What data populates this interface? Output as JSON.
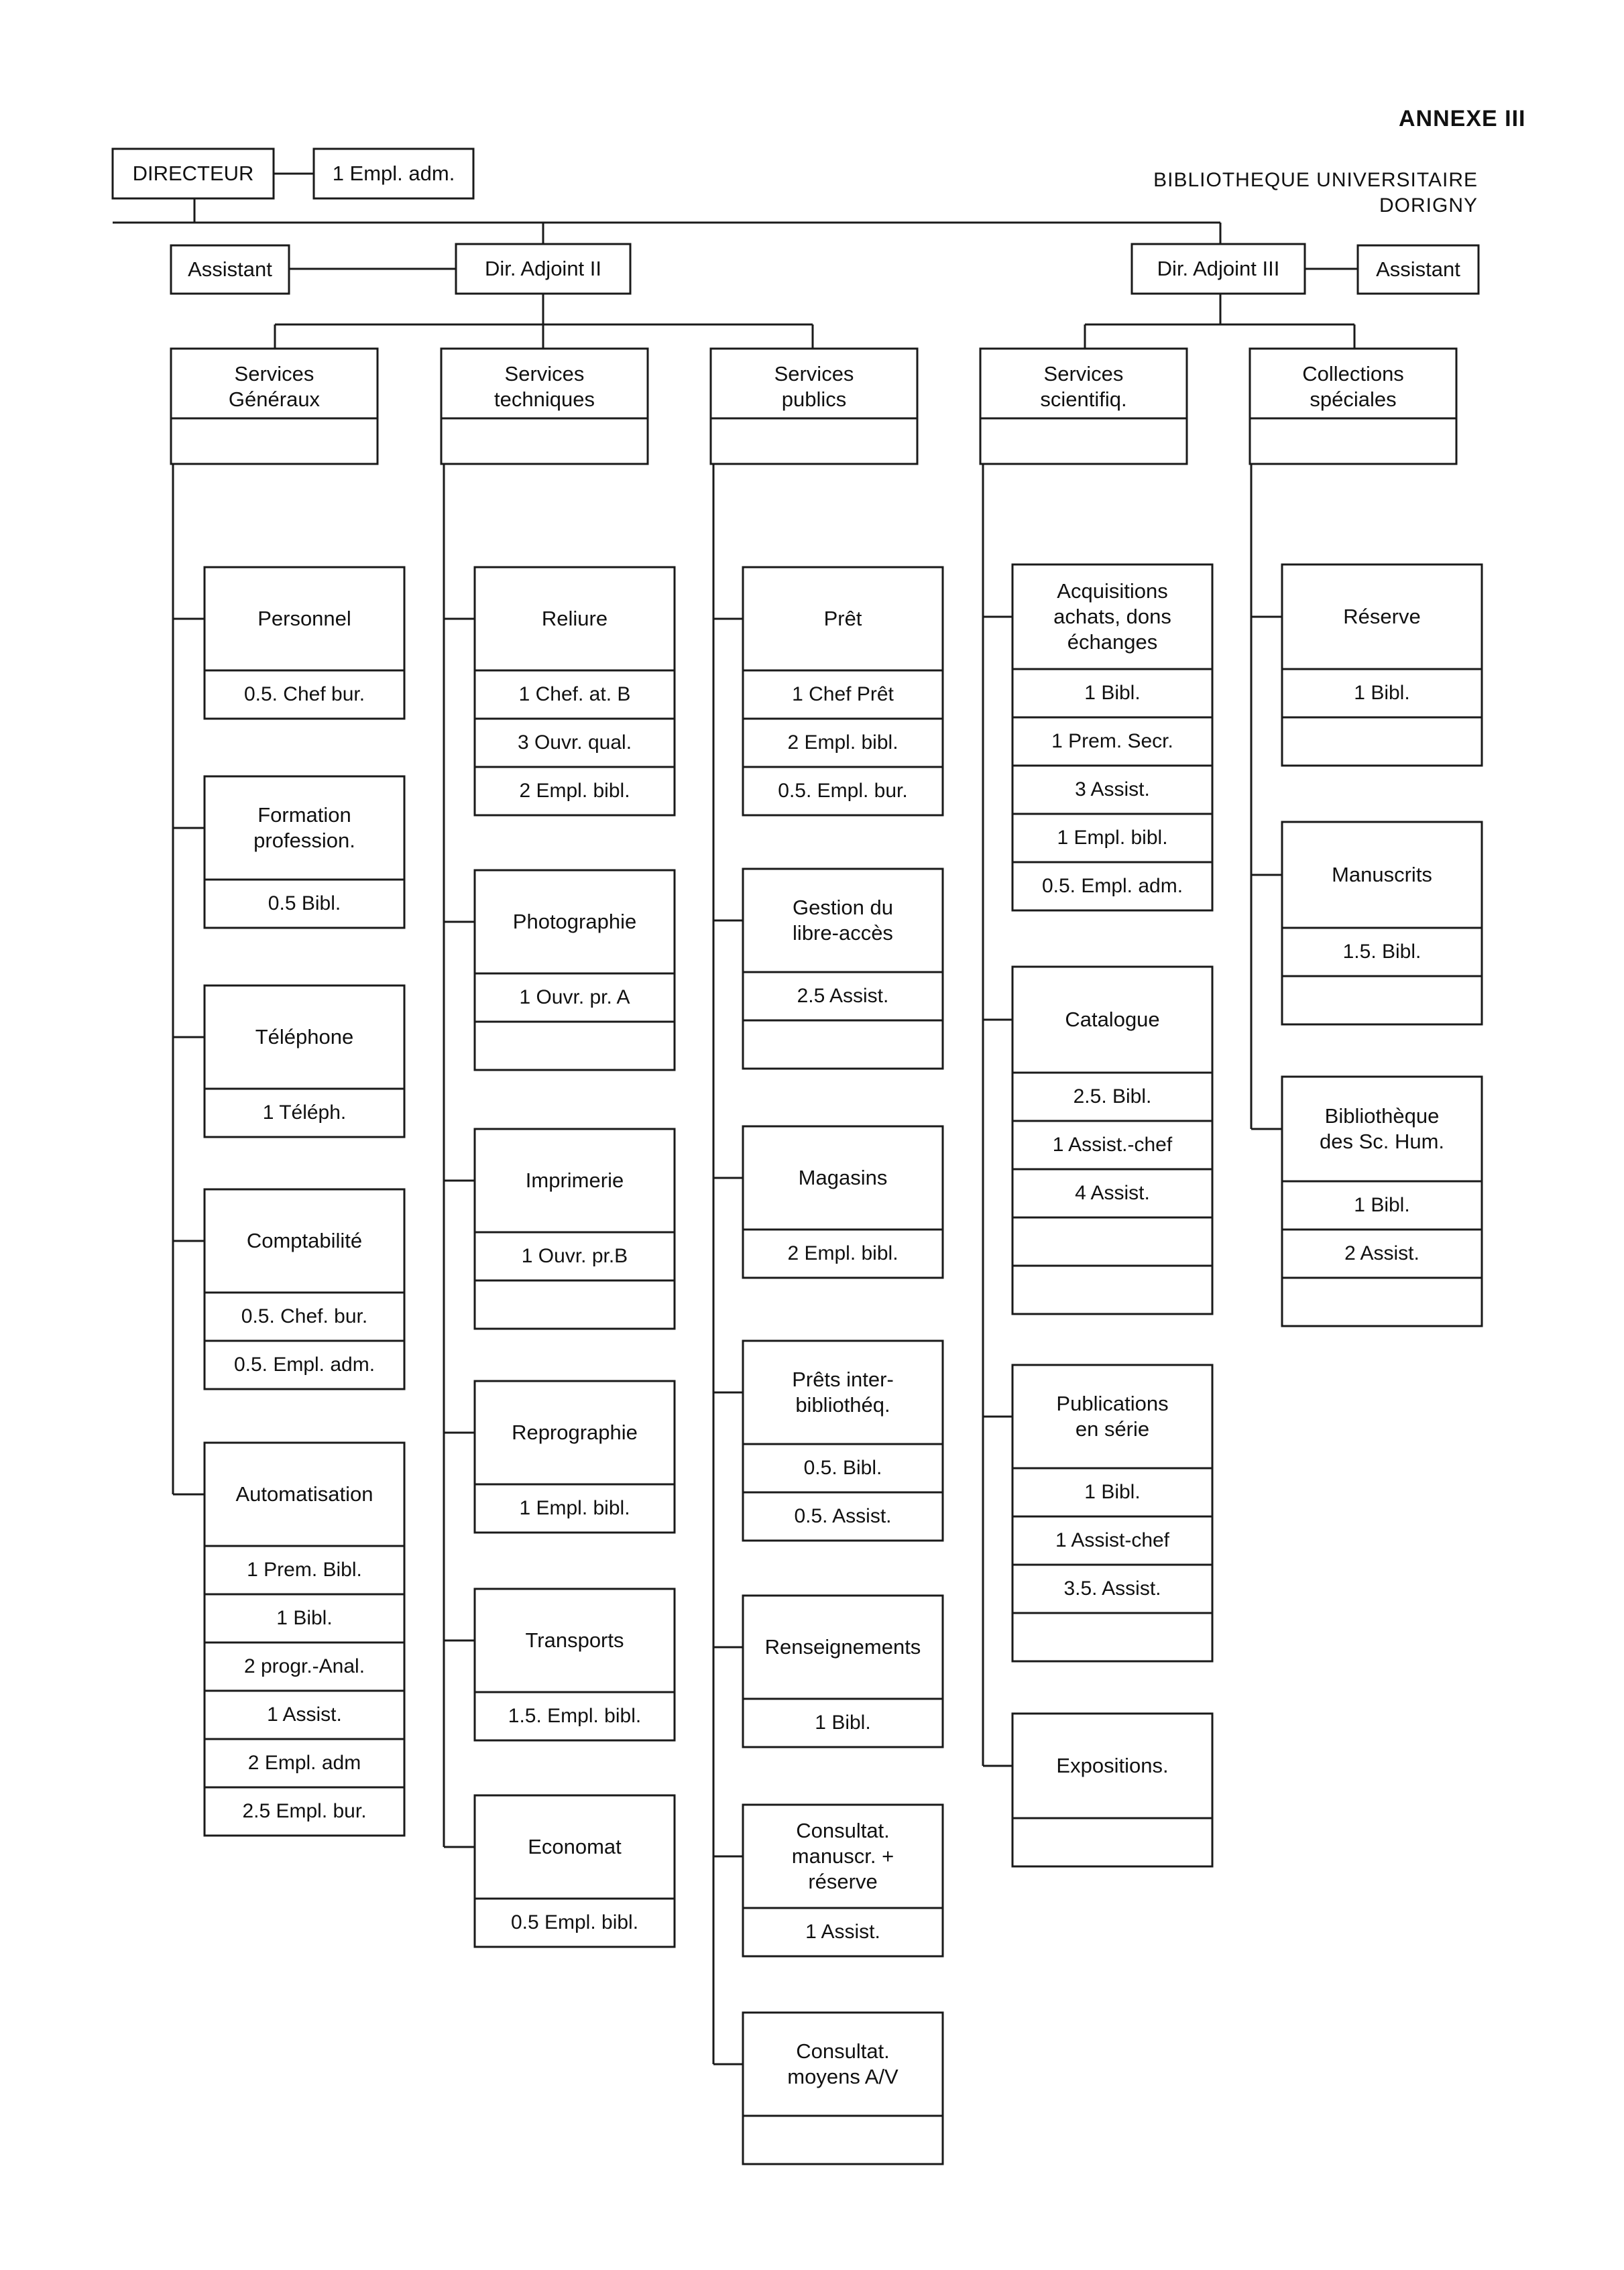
{
  "header": {
    "annex": "ANNEXE III",
    "org_name_line1": "BIBLIOTHEQUE UNIVERSITAIRE",
    "org_name_line2": "DORIGNY"
  },
  "top": {
    "directeur": "DIRECTEUR",
    "directeur_staff": "1 Empl. adm.",
    "assistant_left": "Assistant",
    "dir_adjoint_2": "Dir. Adjoint II",
    "dir_adjoint_3": "Dir. Adjoint III",
    "assistant_right": "Assistant"
  },
  "services": [
    {
      "name": "Services\nGénéraux",
      "units": [
        {
          "name": "Personnel",
          "staff": [
            "0.5. Chef bur."
          ]
        },
        {
          "name": "Formation\nprofession.",
          "staff": [
            "0.5 Bibl."
          ]
        },
        {
          "name": "Téléphone",
          "staff": [
            "1 Téléph."
          ]
        },
        {
          "name": "Comptabilité",
          "staff": [
            "0.5. Chef. bur.",
            "0.5. Empl. adm."
          ]
        },
        {
          "name": "Automatisation",
          "staff": [
            "1 Prem. Bibl.",
            "1 Bibl.",
            "2 progr.-Anal.",
            "1 Assist.",
            "2 Empl. adm",
            "2.5 Empl. bur."
          ]
        }
      ]
    },
    {
      "name": "Services\ntechniques",
      "units": [
        {
          "name": "Reliure",
          "staff": [
            "1 Chef. at. B",
            "3 Ouvr. qual.",
            "2 Empl. bibl."
          ]
        },
        {
          "name": "Photographie",
          "staff": [
            "1 Ouvr. pr. A",
            ""
          ]
        },
        {
          "name": "Imprimerie",
          "staff": [
            "1 Ouvr. pr.B",
            ""
          ]
        },
        {
          "name": "Reprographie",
          "staff": [
            "1 Empl. bibl."
          ]
        },
        {
          "name": "Transports",
          "staff": [
            "1.5. Empl. bibl."
          ]
        },
        {
          "name": "Economat",
          "staff": [
            "0.5 Empl. bibl."
          ]
        }
      ]
    },
    {
      "name": "Services\npublics",
      "units": [
        {
          "name": "Prêt",
          "staff": [
            "1 Chef Prêt",
            "2 Empl. bibl.",
            "0.5. Empl. bur."
          ]
        },
        {
          "name": "Gestion du\nlibre-accès",
          "staff": [
            "2.5 Assist.",
            ""
          ]
        },
        {
          "name": "Magasins",
          "staff": [
            "2 Empl. bibl."
          ]
        },
        {
          "name": "Prêts inter-\nbibliothéq.",
          "staff": [
            "0.5. Bibl.",
            "0.5. Assist."
          ]
        },
        {
          "name": "Renseignements",
          "staff": [
            "1 Bibl."
          ]
        },
        {
          "name": "Consultat.\nmanuscr. +\nréserve",
          "staff": [
            "1 Assist."
          ]
        },
        {
          "name": "Consultat.\nmoyens A/V",
          "staff": [
            ""
          ]
        }
      ]
    },
    {
      "name": "Services\nscientifiq.",
      "units": [
        {
          "name": "Acquisitions\nachats, dons\néchanges",
          "staff": [
            "1 Bibl.",
            "1 Prem. Secr.",
            "3 Assist.",
            "1 Empl. bibl.",
            "0.5. Empl. adm."
          ]
        },
        {
          "name": "Catalogue",
          "staff": [
            "2.5. Bibl.",
            "1 Assist.-chef",
            "4 Assist.",
            "",
            ""
          ]
        },
        {
          "name": "Publications\nen série",
          "staff": [
            "1 Bibl.",
            "1 Assist-chef",
            "3.5. Assist.",
            ""
          ]
        },
        {
          "name": "Expositions.",
          "staff": [
            ""
          ]
        }
      ]
    },
    {
      "name": "Collections\nspéciales",
      "units": [
        {
          "name": "Réserve",
          "staff": [
            "1 Bibl.",
            ""
          ]
        },
        {
          "name": "Manuscrits",
          "staff": [
            "1.5. Bibl.",
            ""
          ]
        },
        {
          "name": "Bibliothèque\ndes Sc. Hum.",
          "staff": [
            "1 Bibl.",
            "2 Assist.",
            ""
          ]
        }
      ]
    }
  ]
}
